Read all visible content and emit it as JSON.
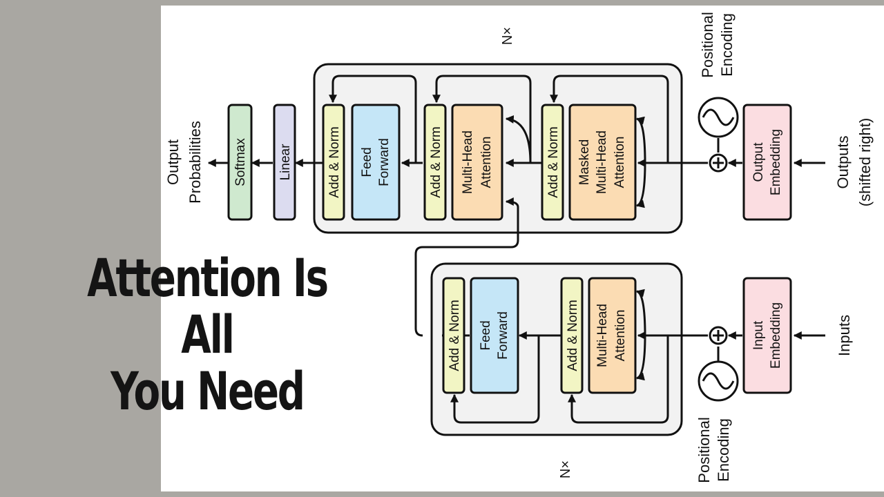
{
  "headline": {
    "line1": "Attention Is All",
    "line2": "You Need"
  },
  "diagram": {
    "decoder": {
      "repeat": "N×",
      "blocks": {
        "add_norm_1": "Add & Norm",
        "feed_forward": [
          "Feed",
          "Forward"
        ],
        "add_norm_2": "Add & Norm",
        "multi_head_attention": [
          "Multi-Head",
          "Attention"
        ],
        "add_norm_3": "Add & Norm",
        "masked_attention": [
          "Masked",
          "Multi-Head",
          "Attention"
        ]
      }
    },
    "encoder": {
      "repeat": "N×",
      "blocks": {
        "add_norm_1": "Add & Norm",
        "feed_forward": [
          "Feed",
          "Forward"
        ],
        "add_norm_2": "Add & Norm",
        "multi_head_attention": [
          "Multi-Head",
          "Attention"
        ]
      }
    },
    "output_embedding": [
      "Output",
      "Embedding"
    ],
    "input_embedding": [
      "Input",
      "Embedding"
    ],
    "linear": "Linear",
    "softmax": "Softmax",
    "output_probabilities": [
      "Output",
      "Probabilities"
    ],
    "outputs": [
      "Outputs",
      "(shifted right)"
    ],
    "inputs": "Inputs",
    "positional_encoding_top": [
      "Positional",
      "Encoding"
    ],
    "positional_encoding_bottom": [
      "Positional",
      "Encoding"
    ]
  },
  "colors": {
    "add_norm": "#f2f5c4",
    "feed_forward": "#c5e6f7",
    "attention": "#fbdcb3",
    "embedding": "#fbdde1",
    "linear": "#dcdcf0",
    "softmax": "#cfe9cf",
    "stack_bg": "#f2f2f2",
    "stroke": "#111111"
  }
}
